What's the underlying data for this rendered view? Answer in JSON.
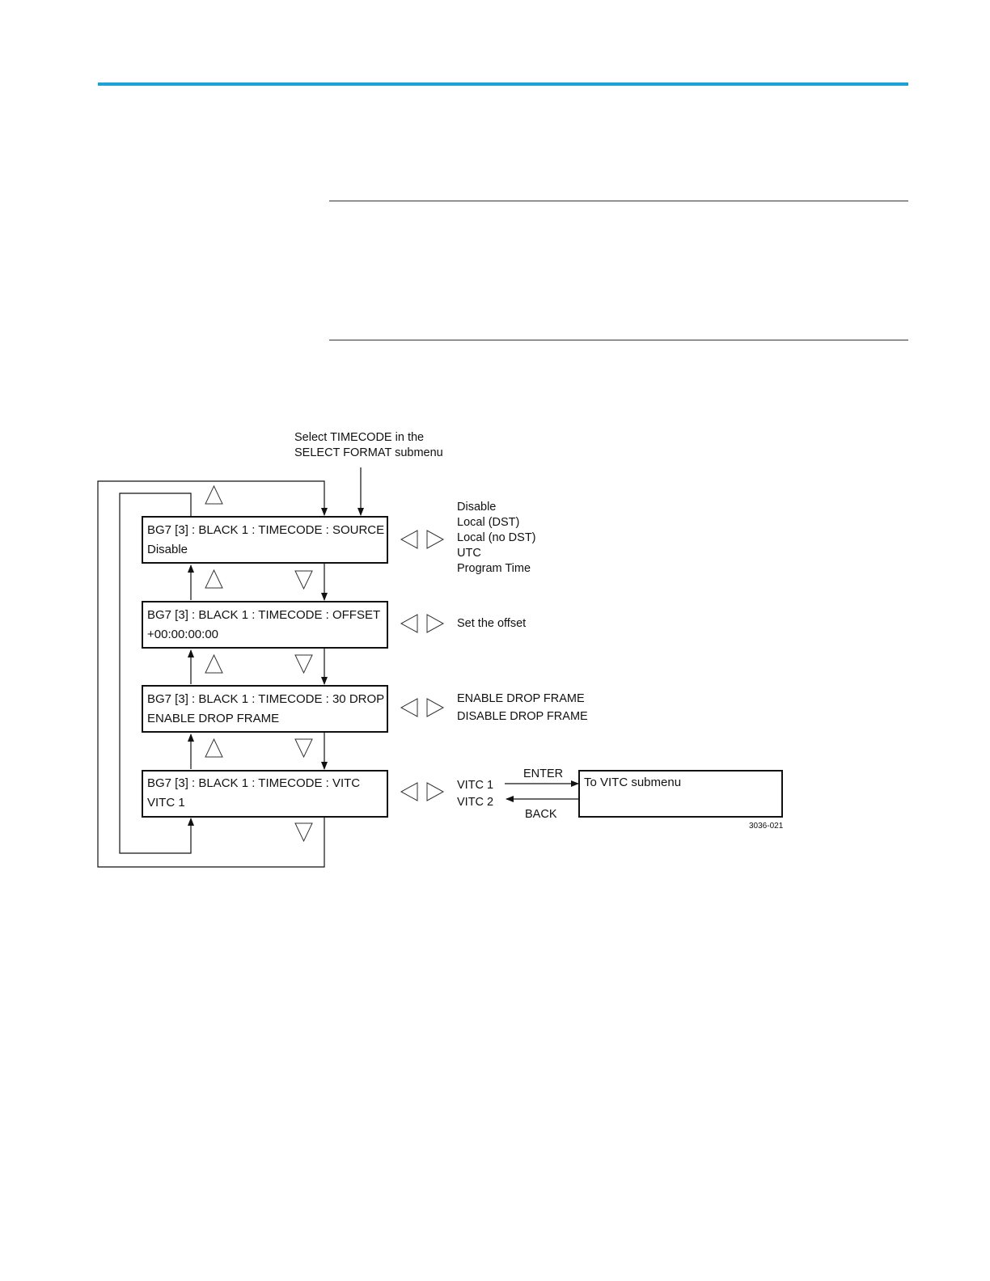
{
  "diagram": {
    "entry_note": [
      "Select TIMECODE in the",
      "SELECT FORMAT submenu"
    ],
    "menus": [
      {
        "title": "BG7 [3] : BLACK 1 : TIMECODE : SOURCE",
        "value": "Disable",
        "options": [
          "Disable",
          "Local (DST)",
          "Local (no DST)",
          "UTC",
          "Program Time"
        ]
      },
      {
        "title": "BG7 [3] : BLACK 1 : TIMECODE : OFFSET",
        "value": "+00:00:00:00",
        "options": [
          "Set the offset"
        ]
      },
      {
        "title": "BG7 [3] : BLACK 1 : TIMECODE : 30 DROP",
        "value": "ENABLE DROP FRAME",
        "options": [
          "ENABLE DROP FRAME",
          "DISABLE DROP FRAME"
        ]
      },
      {
        "title": "BG7 [3] : BLACK 1 : TIMECODE : VITC",
        "value": "VITC 1",
        "options": [
          "VITC 1",
          "VITC 2"
        ]
      }
    ],
    "enter_label": "ENTER",
    "back_label": "BACK",
    "submenu_box": "To VITC submenu",
    "figure_id": "3036-021"
  }
}
